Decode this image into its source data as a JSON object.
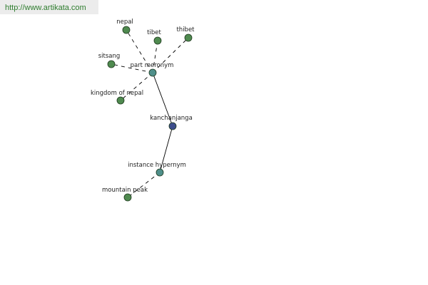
{
  "header": {
    "url": "http://www.artikata.com"
  },
  "colors": {
    "leaf_node": "#4f8a4f",
    "relation_node": "#4f8f8a",
    "center_node": "#3d4e8c",
    "edge": "#000000",
    "node_stroke": "#1f3a1f"
  },
  "graph": {
    "nodes": {
      "nepal": {
        "label": "nepal",
        "kind": "leaf"
      },
      "tibet": {
        "label": "tibet",
        "kind": "leaf"
      },
      "thibet": {
        "label": "thibet",
        "kind": "leaf"
      },
      "sitsang": {
        "label": "sitsang",
        "kind": "leaf"
      },
      "part_meronym": {
        "label": "part meronym",
        "kind": "relation"
      },
      "kingdom_of_nepal": {
        "label": "kingdom of nepal",
        "kind": "leaf"
      },
      "kanchanjanga": {
        "label": "kanchanjanga",
        "kind": "center"
      },
      "instance_hypernym": {
        "label": "instance hypernym",
        "kind": "relation"
      },
      "mountain_peak": {
        "label": "mountain peak",
        "kind": "leaf"
      }
    },
    "edges": [
      {
        "from": "part_meronym",
        "to": "kanchanjanga",
        "style": "solid"
      },
      {
        "from": "kanchanjanga",
        "to": "instance_hypernym",
        "style": "solid"
      },
      {
        "from": "part_meronym",
        "to": "nepal",
        "style": "dashed"
      },
      {
        "from": "part_meronym",
        "to": "tibet",
        "style": "dashed"
      },
      {
        "from": "part_meronym",
        "to": "thibet",
        "style": "dashed"
      },
      {
        "from": "part_meronym",
        "to": "sitsang",
        "style": "dashed"
      },
      {
        "from": "part_meronym",
        "to": "kingdom_of_nepal",
        "style": "dashed"
      },
      {
        "from": "instance_hypernym",
        "to": "mountain_peak",
        "style": "dashed"
      }
    ]
  }
}
